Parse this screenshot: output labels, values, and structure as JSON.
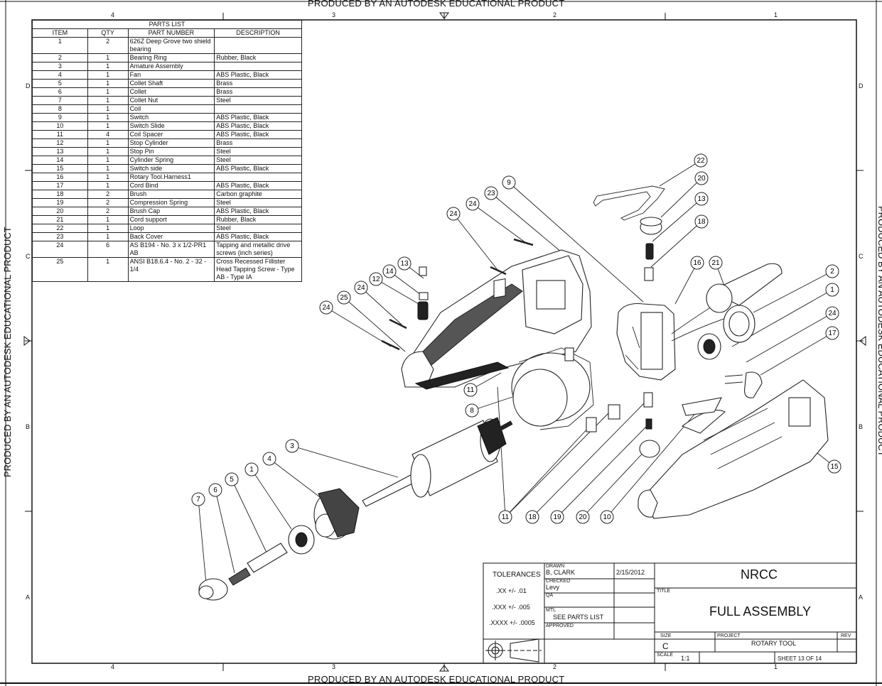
{
  "banners": {
    "top": "PRODUCED BY AN AUTODESK EDUCATIONAL PRODUCT",
    "bottom": "PRODUCED BY AN AUTODESK EDUCATIONAL PRODUCT",
    "left": "PRODUCED BY AN AUTODESK EDUCATIONAL PRODUCT",
    "right": "PRODUCED BY AN AUTODESK EDUCATIONAL PRODUCT"
  },
  "zones": {
    "columns": [
      "4",
      "3",
      "2",
      "1"
    ],
    "rows": [
      "D",
      "C",
      "B",
      "A"
    ]
  },
  "parts_list": {
    "title": "PARTS LIST",
    "headers": [
      "ITEM",
      "QTY",
      "PART NUMBER",
      "DESCRIPTION"
    ],
    "rows": [
      [
        "1",
        "2",
        "626Z Deep Grove two shield bearing",
        ""
      ],
      [
        "2",
        "1",
        "Bearing Ring",
        "Rubber, Black"
      ],
      [
        "3",
        "1",
        "Amature Assembly",
        ""
      ],
      [
        "4",
        "1",
        "Fan",
        "ABS Plastic, Black"
      ],
      [
        "5",
        "1",
        "Collet Shaft",
        "Brass"
      ],
      [
        "6",
        "1",
        "Collet",
        "Brass"
      ],
      [
        "7",
        "1",
        "Collet Nut",
        "Steel"
      ],
      [
        "8",
        "1",
        "Coil",
        ""
      ],
      [
        "9",
        "1",
        "Switch",
        "ABS Plastic, Black"
      ],
      [
        "10",
        "1",
        "Switch Slide",
        "ABS Plastic, Black"
      ],
      [
        "11",
        "4",
        "Coil Spacer",
        "ABS Plastic, Black"
      ],
      [
        "12",
        "1",
        "Stop Cylinder",
        "Brass"
      ],
      [
        "13",
        "1",
        "Stop Pin",
        "Steel"
      ],
      [
        "14",
        "1",
        "Cylinder Spring",
        "Steel"
      ],
      [
        "15",
        "1",
        "Switch side",
        "ABS Plastic, Black"
      ],
      [
        "16",
        "1",
        "Rotary Tool.Harness1",
        ""
      ],
      [
        "17",
        "1",
        "Cord Bind",
        "ABS Plastic, Black"
      ],
      [
        "18",
        "2",
        "Brush",
        "Carbon graphite"
      ],
      [
        "19",
        "2",
        "Compression  Spring",
        "Steel"
      ],
      [
        "20",
        "2",
        "Brush Cap",
        "ABS Plastic, Black"
      ],
      [
        "21",
        "1",
        "Cord support",
        "Rubber, Black"
      ],
      [
        "22",
        "1",
        "Loop",
        "Steel"
      ],
      [
        "23",
        "1",
        "Back Cover",
        "ABS Plastic, Black"
      ],
      [
        "24",
        "6",
        "AS B194 - No. 3 x 1/2-PR1 AB",
        "Tapping and metallic drive screws (inch series)"
      ],
      [
        "25",
        "1",
        "ANSI B18.6.4 - No. 2 - 32 - 1/4",
        "Cross Recessed Fillister Head Tapping Screw - Type AB - Type IA"
      ]
    ]
  },
  "balloons": [
    "22",
    "20",
    "13",
    "18",
    "9",
    "23",
    "24",
    "24",
    "16",
    "21",
    "2",
    "1",
    "24",
    "17",
    "13",
    "14",
    "12",
    "24",
    "25",
    "24",
    "11",
    "8",
    "15",
    "3",
    "4",
    "1",
    "5",
    "6",
    "7",
    "11",
    "18",
    "19",
    "20",
    "10"
  ],
  "title_block": {
    "tolerances_label": "TOLERANCES",
    "tol_1": ".XX +/- .01",
    "tol_2": ".XXX +/- .005",
    "tol_3": ".XXXX +/- .0005",
    "drawn_label": "DRAWN",
    "drawn_by": "B, CLARK",
    "drawn_date": "2/15/2012",
    "checked_label": "CHECKED",
    "checked_by": "Levy",
    "qa_label": "QA",
    "mtl_label": "MTL",
    "mtl_value": "SEE PARTS LIST",
    "approved_label": "APPROVED",
    "company": "NRCC",
    "title_label": "TITLE",
    "title": "FULL ASSEMBLY",
    "size_label": "SIZE",
    "size": "C",
    "project_label": "PROJECT",
    "project": "ROTARY TOOL",
    "rev_label": "REV",
    "scale_label": "SCALE",
    "scale": "1:1",
    "sheet": "SHEET 13  OF 14"
  }
}
